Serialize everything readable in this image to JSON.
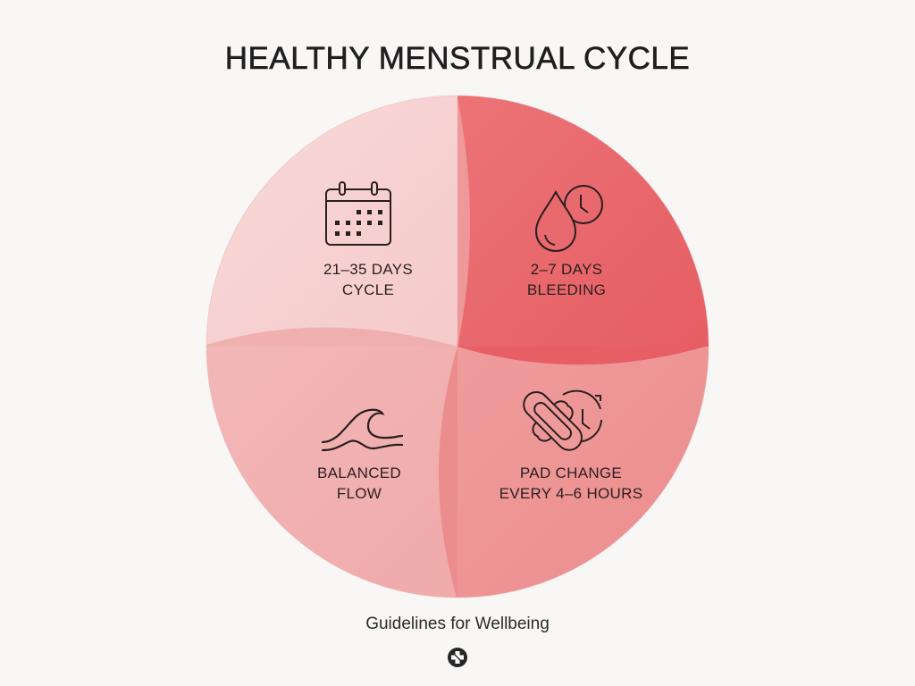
{
  "title": "HEALTHY MENSTRUAL CYCLE",
  "colors": {
    "background": "#f8f7f6",
    "top_left": "#f7cfcf",
    "top_right": "#e9686c",
    "bottom_left": "#f2b2b2",
    "bottom_right": "#ee9494",
    "text": "#2a1f1f",
    "icon_stroke": "#2a1f1f"
  },
  "quadrants": [
    {
      "position": "top-left",
      "icon": "calendar-icon",
      "line1": "21–35 DAYS",
      "line2": "CYCLE"
    },
    {
      "position": "top-right",
      "icon": "drop-clock-icon",
      "line1": "2–7 DAYS",
      "line2": "BLEEDING"
    },
    {
      "position": "bottom-left",
      "icon": "wave-icon",
      "line1": "BALANCED",
      "line2": "FLOW"
    },
    {
      "position": "bottom-right",
      "icon": "pad-clock-icon",
      "line1": "PAD CHANGE",
      "line2": "EVERY 4–6 HOURS"
    }
  ],
  "footer": {
    "text": "Guidelines for Wellbeing",
    "icon": "medical-cross-icon"
  }
}
